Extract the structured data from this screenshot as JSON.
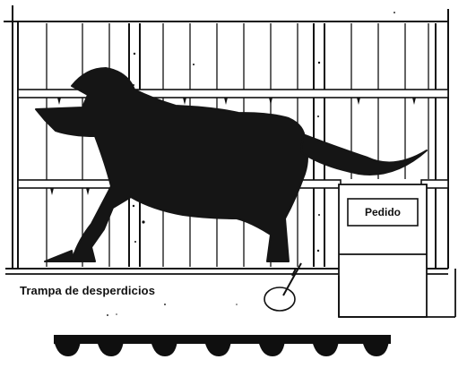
{
  "labels": {
    "waste_trap": "Trampa de desperdicios",
    "order_panel": "Pedido"
  },
  "colors": {
    "ink": "#111111",
    "background": "#ffffff",
    "silhouette": "#151515"
  },
  "scene": {
    "subject": "dog-silhouette",
    "enclosure": "barred-cage",
    "feet_count": 7
  }
}
